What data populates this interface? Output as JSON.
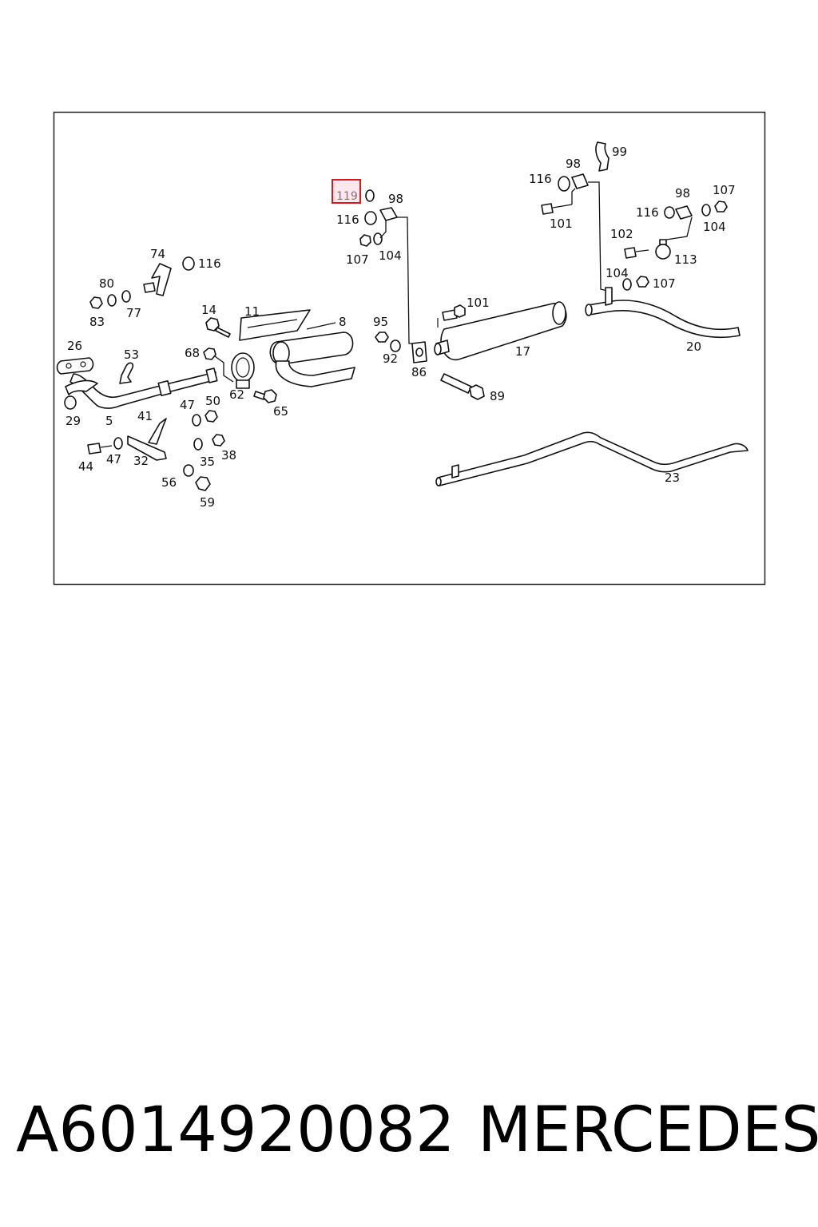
{
  "highlight": {
    "label": "119",
    "color": "#e0161f"
  },
  "labels": {
    "l99": "99",
    "l98a": "98",
    "l116a": "116",
    "l101a": "101",
    "l98b": "98",
    "l107a": "107",
    "l116b": "116",
    "l104a": "104",
    "l102": "102",
    "l113": "113",
    "l104b": "104",
    "l107b": "107",
    "l98c": "98",
    "l116c": "116",
    "l107c": "107",
    "l104c": "104",
    "l74": "74",
    "l116d": "116",
    "l80": "80",
    "l77": "77",
    "l83": "83",
    "l14": "14",
    "l11": "11",
    "l8": "8",
    "l95": "95",
    "l92": "92",
    "l101b": "101",
    "l17": "17",
    "l20": "20",
    "l86": "86",
    "l89": "89",
    "l26": "26",
    "l53": "53",
    "l68": "68",
    "l62": "62",
    "l65": "65",
    "l29": "29",
    "l5": "5",
    "l41": "41",
    "l47a": "47",
    "l50": "50",
    "l44": "44",
    "l47b": "47",
    "l32": "32",
    "l35": "35",
    "l38": "38",
    "l56": "56",
    "l59": "59",
    "l23": "23"
  },
  "footer": {
    "part_number": "A6014920082",
    "brand": "MERCEDES"
  }
}
